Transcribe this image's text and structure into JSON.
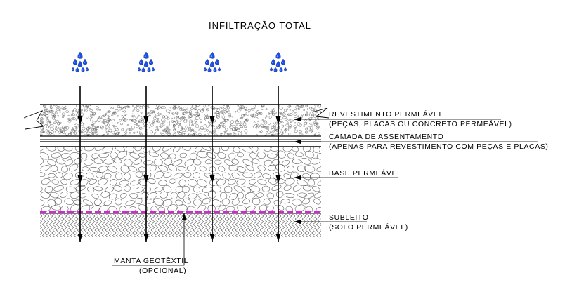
{
  "title": "INFILTRAÇÃO TOTAL",
  "colors": {
    "rain": "#1f4fe0",
    "rain_highlight": "#7fb0ff",
    "geotextile": "#e020e0",
    "lines": "#000000"
  },
  "rain_icon": "raindrops-icon",
  "layers": {
    "revestimento": {
      "line1": "REVESTIMENTO PERMEÁVEL",
      "line2": "(PEÇAS, PLACAS OU CONCRETO PERMEÁVEL)"
    },
    "assentamento": {
      "line1": "CAMADA DE ASSENTAMENTO",
      "line2": "(APENAS PARA REVESTIMENTO COM PEÇAS E PLACAS)"
    },
    "base": {
      "line1": "BASE PERMEÁVEL"
    },
    "subleito": {
      "line1": "SUBLEITO",
      "line2": "(SOLO PERMEÁVEL)"
    },
    "manta": {
      "line1": "MANTA GEOTÊXTIL",
      "line2": "(OPCIONAL)"
    }
  }
}
